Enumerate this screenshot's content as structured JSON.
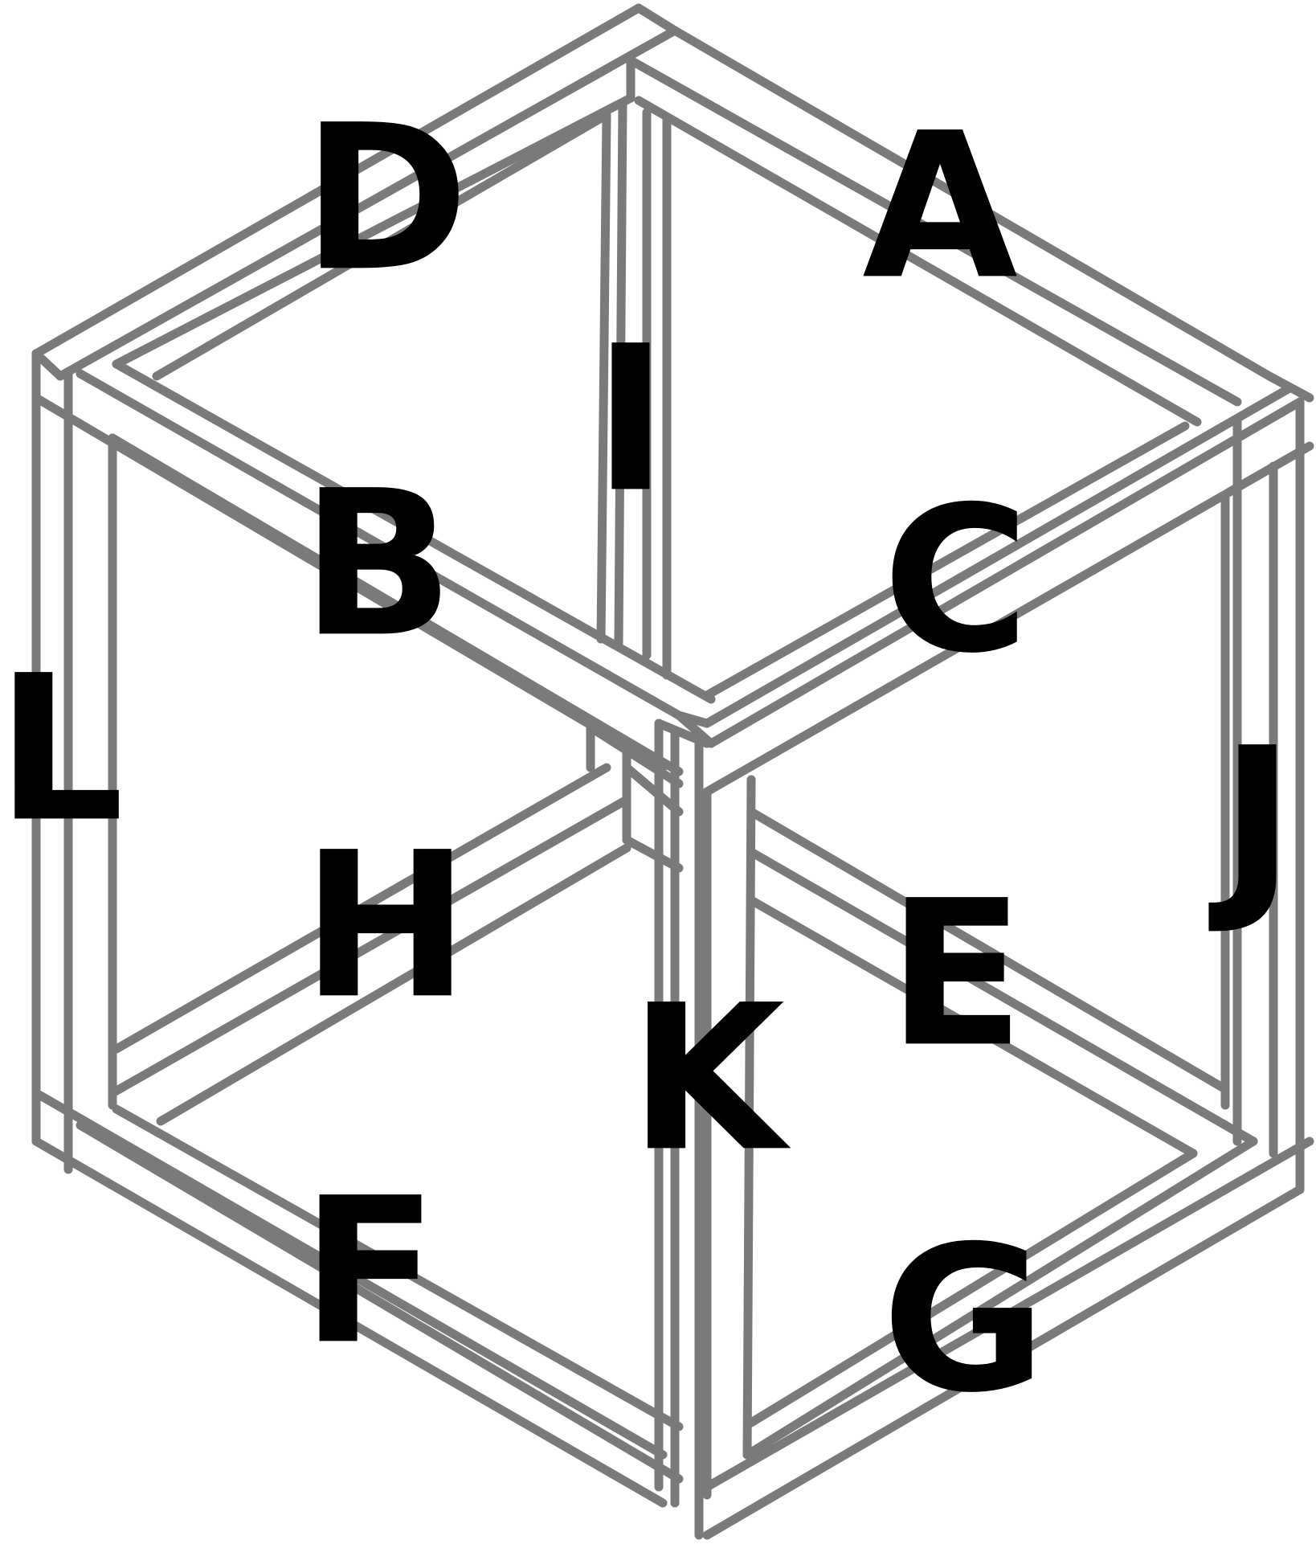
{
  "diagram": {
    "description_free": true,
    "labels": {
      "A": "A",
      "B": "B",
      "C": "C",
      "D": "D",
      "E": "E",
      "F": "F",
      "G": "G",
      "H": "H",
      "I": "I",
      "J": "J",
      "K": "K",
      "L": "L"
    },
    "colors": {
      "edge": "#7a7a7a",
      "label": "#000000",
      "background": "#ffffff"
    }
  }
}
